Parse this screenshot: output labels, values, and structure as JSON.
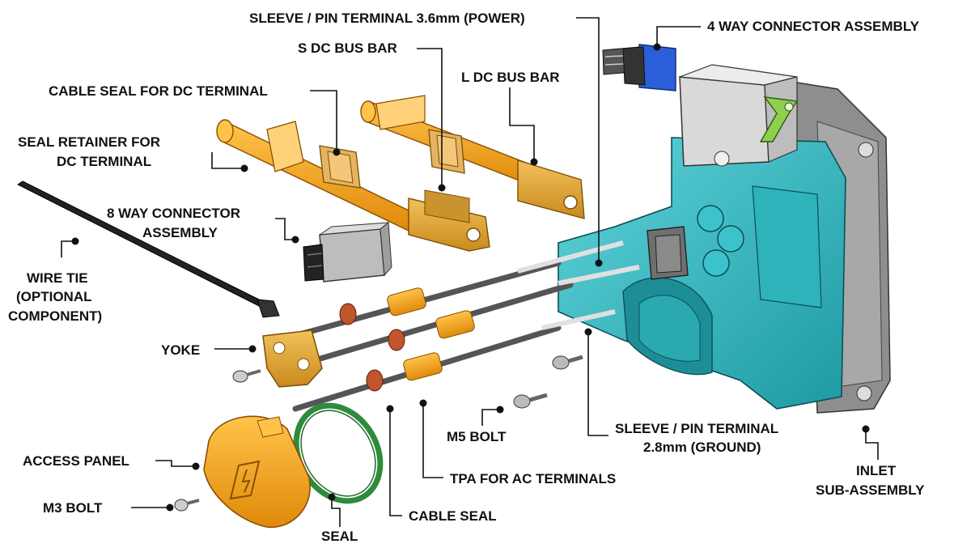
{
  "labels": {
    "sleeve_power": "SLEEVE / PIN TERMINAL 3.6mm (POWER)",
    "four_way": "4 WAY CONNECTOR ASSEMBLY",
    "s_dc_bus_bar": "S DC BUS BAR",
    "l_dc_bus_bar": "L DC BUS BAR",
    "cable_seal_dc": "CABLE SEAL FOR DC TERMINAL",
    "seal_retainer_1": "SEAL RETAINER FOR",
    "seal_retainer_2": "DC TERMINAL",
    "eight_way_1": "8 WAY CONNECTOR",
    "eight_way_2": "ASSEMBLY",
    "wire_tie_1": "WIRE TIE",
    "wire_tie_2": "(OPTIONAL",
    "wire_tie_3": "COMPONENT)",
    "yoke": "YOKE",
    "m5_bolt": "M5 BOLT",
    "sleeve_ground_1": "SLEEVE / PIN TERMINAL",
    "sleeve_ground_2": "2.8mm (GROUND)",
    "access_panel": "ACCESS PANEL",
    "tpa": "TPA FOR AC TERMINALS",
    "inlet_1": "INLET",
    "inlet_2": "SUB-ASSEMBLY",
    "m3_bolt": "M3 BOLT",
    "cable_seal": "CABLE SEAL",
    "seal": "SEAL"
  },
  "colors": {
    "teal_housing": "#34bcc4",
    "orange_part": "#f5a623",
    "gold_bar": "#d9a441",
    "gray_part": "#9a9a9a",
    "green_seal": "#2e8b3c",
    "blue_connector": "#2b5fd9",
    "lime_clip": "#8fcf4f"
  }
}
